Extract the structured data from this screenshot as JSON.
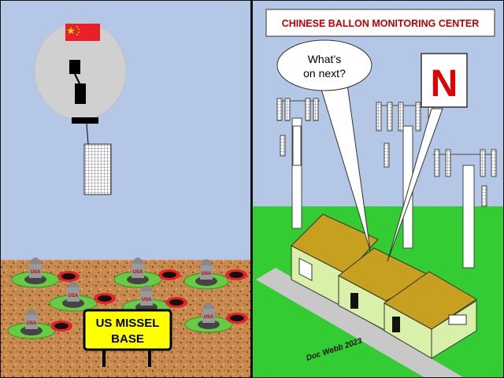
{
  "left_panel": {
    "base_sign": {
      "line1": "US MISSEL",
      "line2": "BASE"
    },
    "silo_label": "USA",
    "colors": {
      "sky": "#b4c7e7",
      "ground": "#c7864a",
      "flag": "#e8202a",
      "balloon": "#d0d0d0",
      "sign": "#ffff00"
    }
  },
  "right_panel": {
    "title_box": "CHINESE BALLON MONITORING CENTER",
    "speech_bubble": {
      "line1": "What’s",
      "line2": "on next?"
    },
    "network_logo": "N",
    "signature": "Doc Webb 2023",
    "colors": {
      "title_text": "#c00000",
      "logo_text": "#e00000",
      "grass": "#33cc33",
      "roof": "#c8a020",
      "wall": "#d8f0a8"
    }
  }
}
